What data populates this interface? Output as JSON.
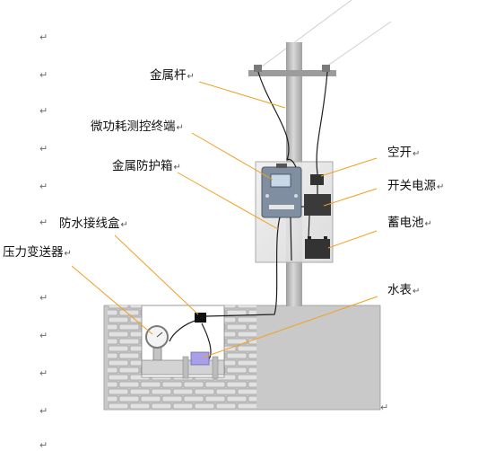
{
  "paragraph_mark": "↵",
  "labels": {
    "metal_pole": "金属杆",
    "micro_power_terminal": "微功耗测控终端",
    "metal_enclosure": "金属防护箱",
    "waterproof_junction_box": "防水接线盒",
    "pressure_transmitter": "压力变送器",
    "air_switch": "空开",
    "switching_power_supply": "开关电源",
    "battery": "蓄电池",
    "water_meter": "水表"
  },
  "colors": {
    "leader_line": "#f0a020",
    "pole": "#b5b5b5",
    "enclosure": "#e4e4e4",
    "ground": "#c8c8c8",
    "brick": "#d6d6d6",
    "terminal": "#7f8ea0"
  }
}
